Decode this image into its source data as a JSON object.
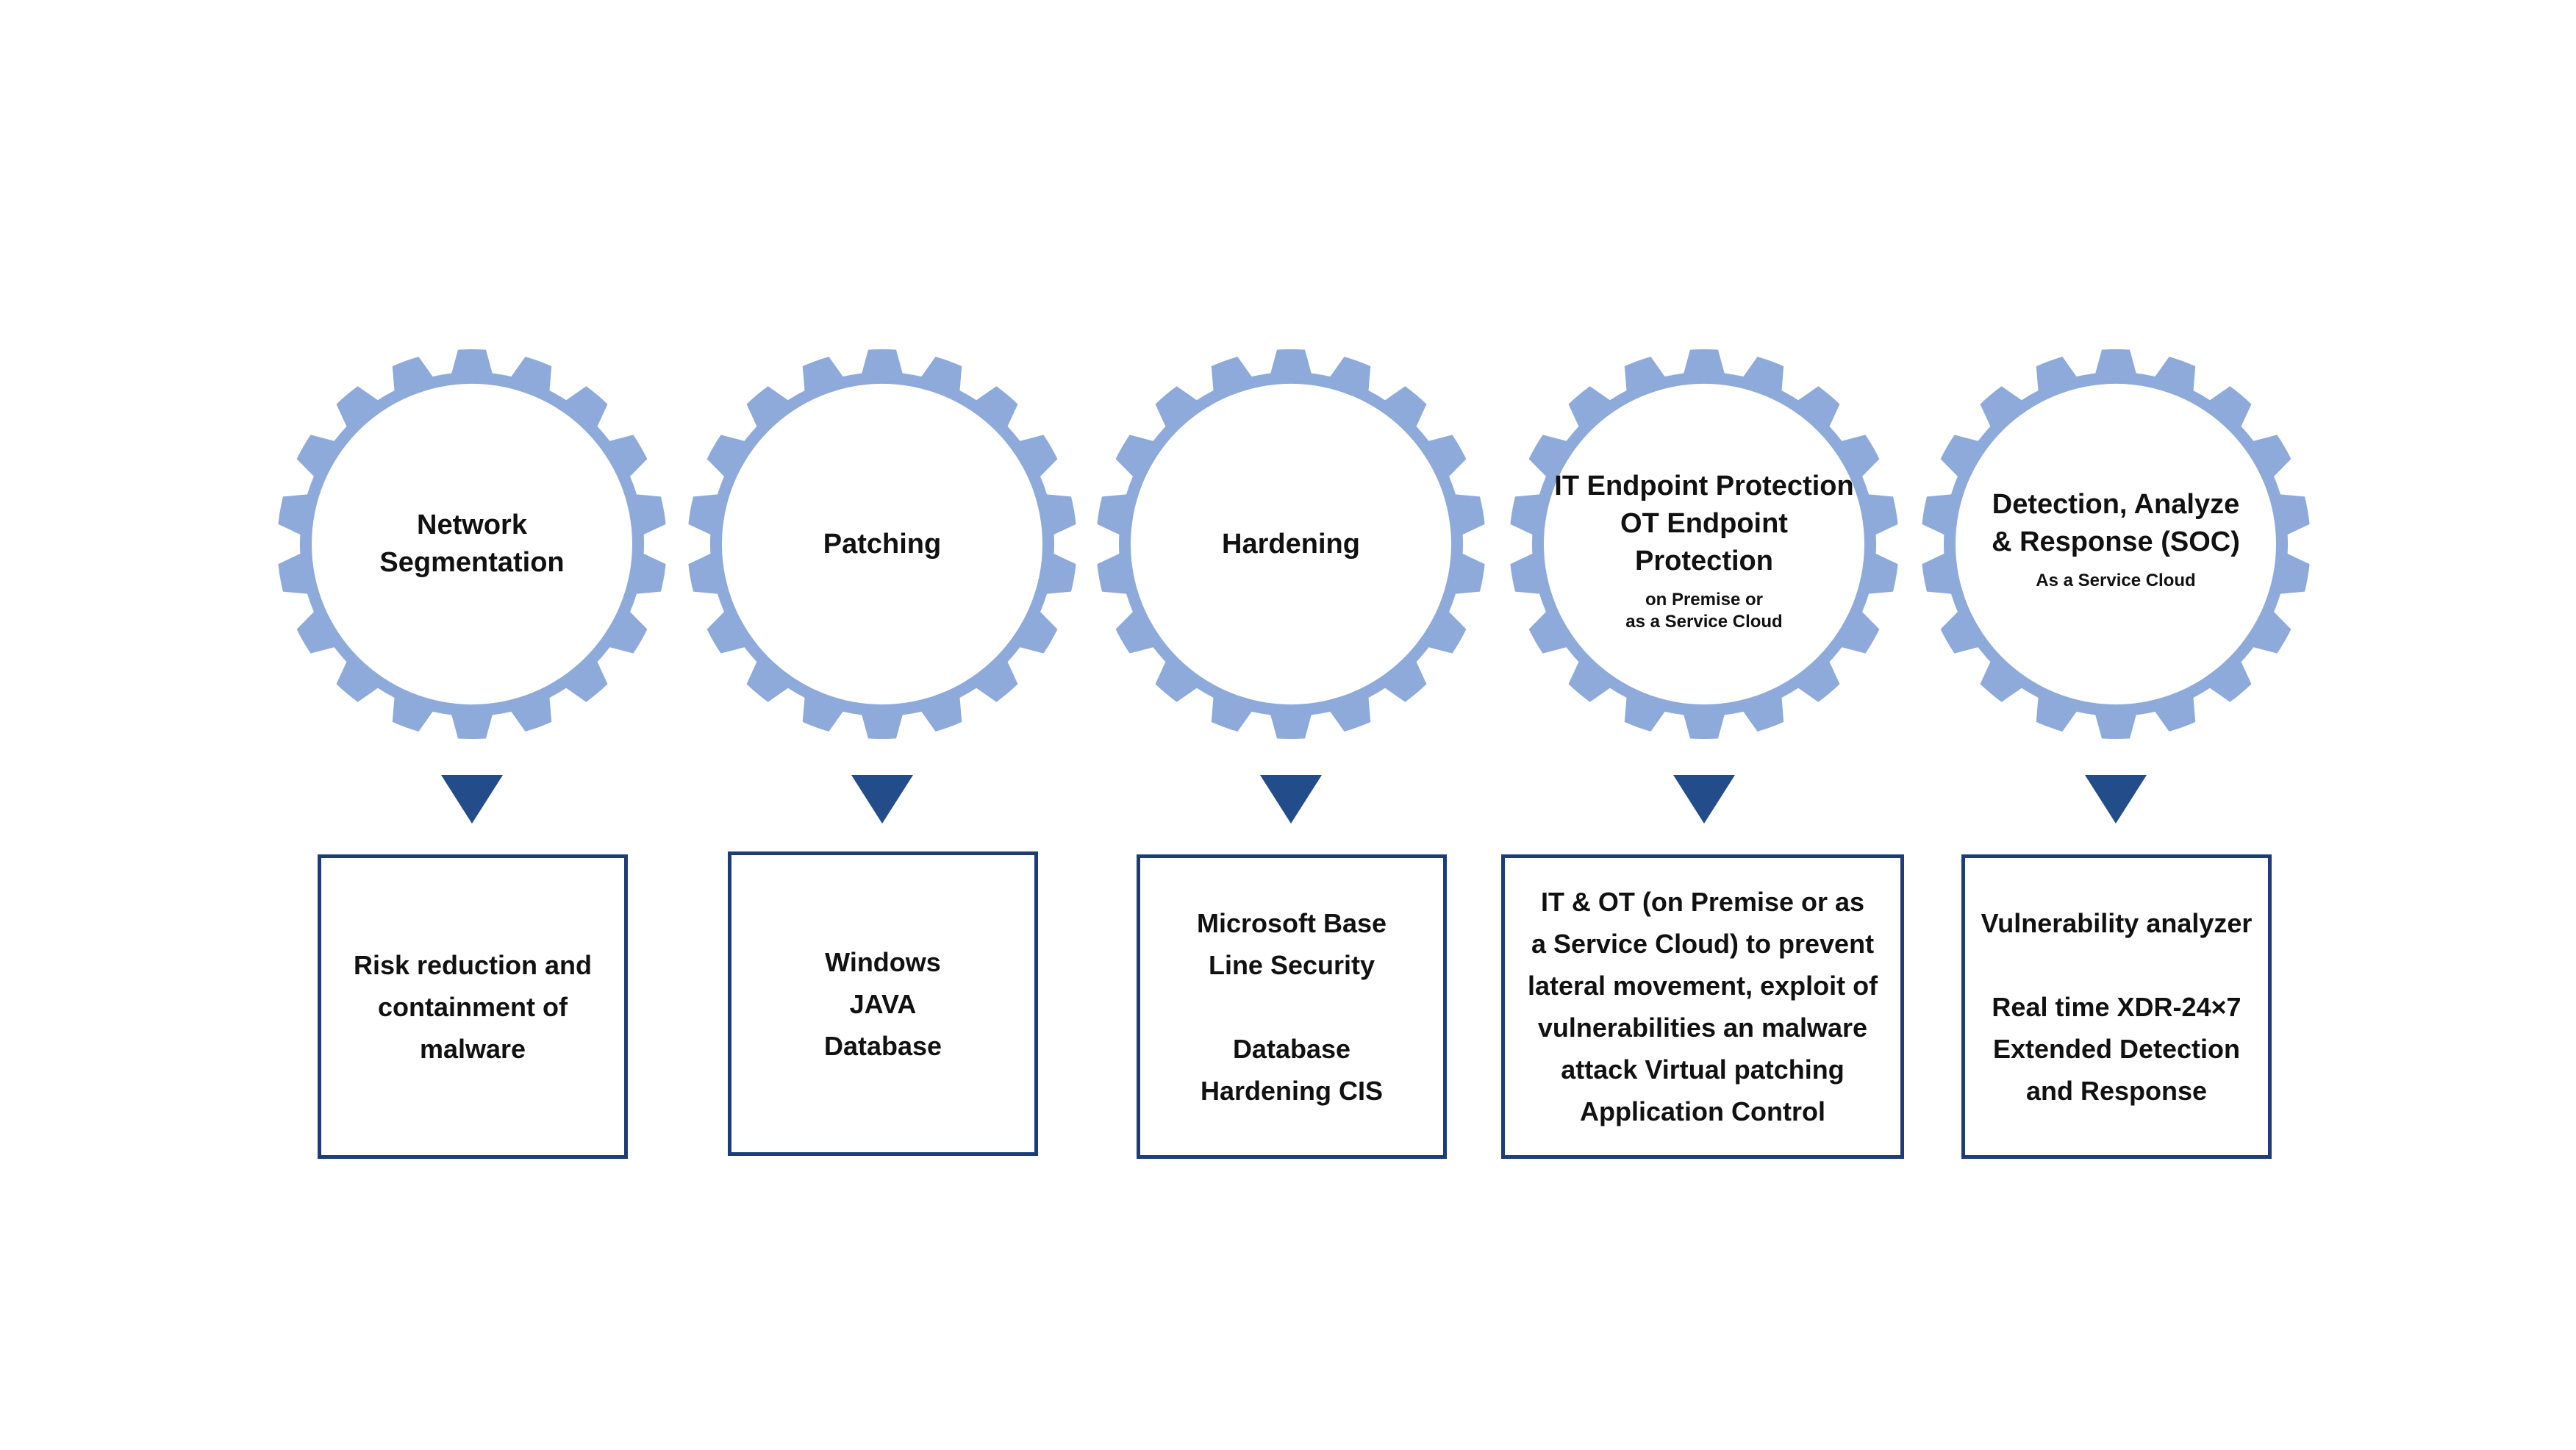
{
  "colors": {
    "gear": "#8eaadb",
    "arrow": "#234d8a",
    "box_border": "#1d3c78"
  },
  "steps": [
    {
      "gear_title": "Network\nSegmentation",
      "gear_subtitle": "",
      "box_text": "Risk reduction and\ncontainment of\nmalware"
    },
    {
      "gear_title": "Patching",
      "gear_subtitle": "",
      "box_text": "Windows\nJAVA\nDatabase"
    },
    {
      "gear_title": "Hardening",
      "gear_subtitle": "",
      "box_text": "Microsoft Base\nLine Security\n\nDatabase\nHardening CIS"
    },
    {
      "gear_title": "IT Endpoint Protection\nOT Endpoint Protection",
      "gear_subtitle": "on Premise or\nas a Service Cloud",
      "box_text": "IT & OT (on Premise or as\na Service Cloud) to prevent\nlateral movement, exploit of\nvulnerabilities an malware\nattack Virtual patching\nApplication Control"
    },
    {
      "gear_title": "Detection, Analyze\n& Response (SOC)",
      "gear_subtitle": "As a Service Cloud",
      "box_text": "Vulnerability analyzer\n\nReal time XDR-24×7\nExtended Detection\nand Response"
    }
  ]
}
